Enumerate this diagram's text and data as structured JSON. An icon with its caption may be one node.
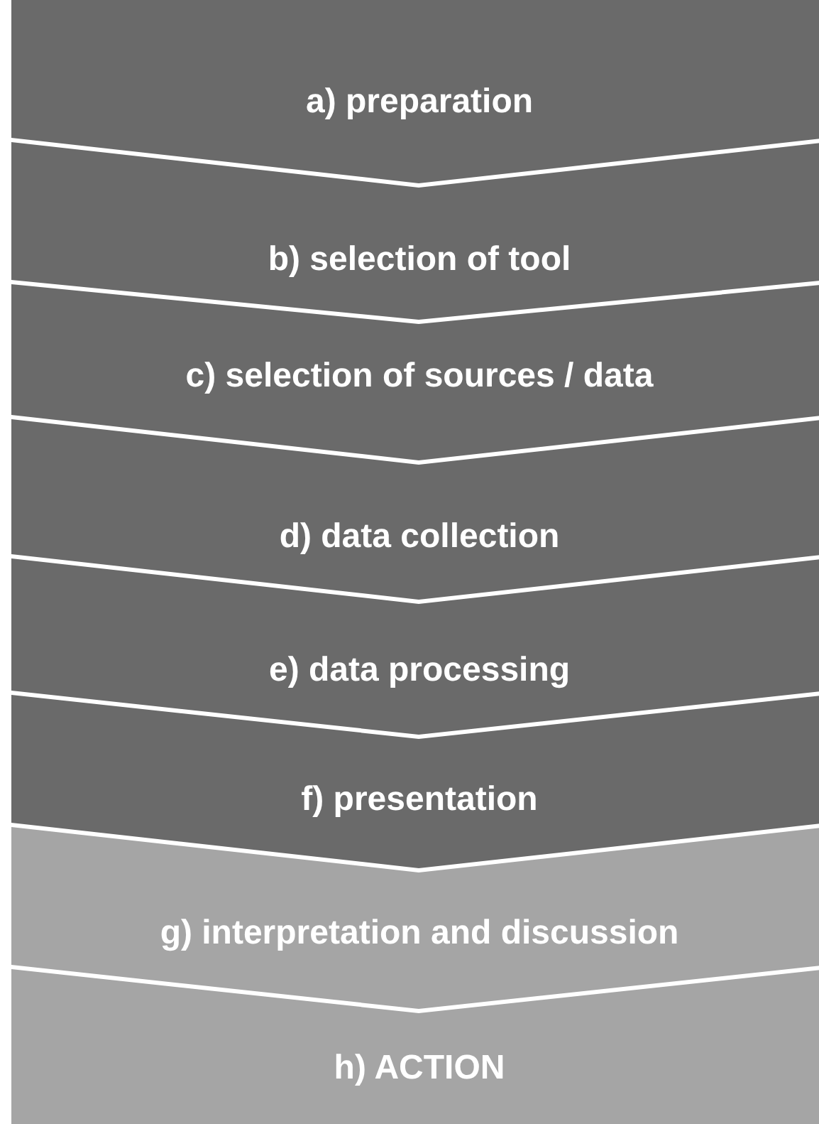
{
  "diagram": {
    "nodes": [
      {
        "text": [
          "a) preparation"
        ]
      },
      {
        "text": [
          "b) selection of tool"
        ]
      },
      {
        "text": [
          "c) selection of sources / data"
        ]
      },
      {
        "text": [
          "d) data collection"
        ]
      },
      {
        "text": [
          "e) data processing"
        ]
      },
      {
        "text": [
          "f) presentation"
        ]
      },
      {
        "text": [
          "g) interpretation and discussion"
        ]
      },
      {
        "text": [
          "h) ACTION"
        ]
      }
    ]
  }
}
